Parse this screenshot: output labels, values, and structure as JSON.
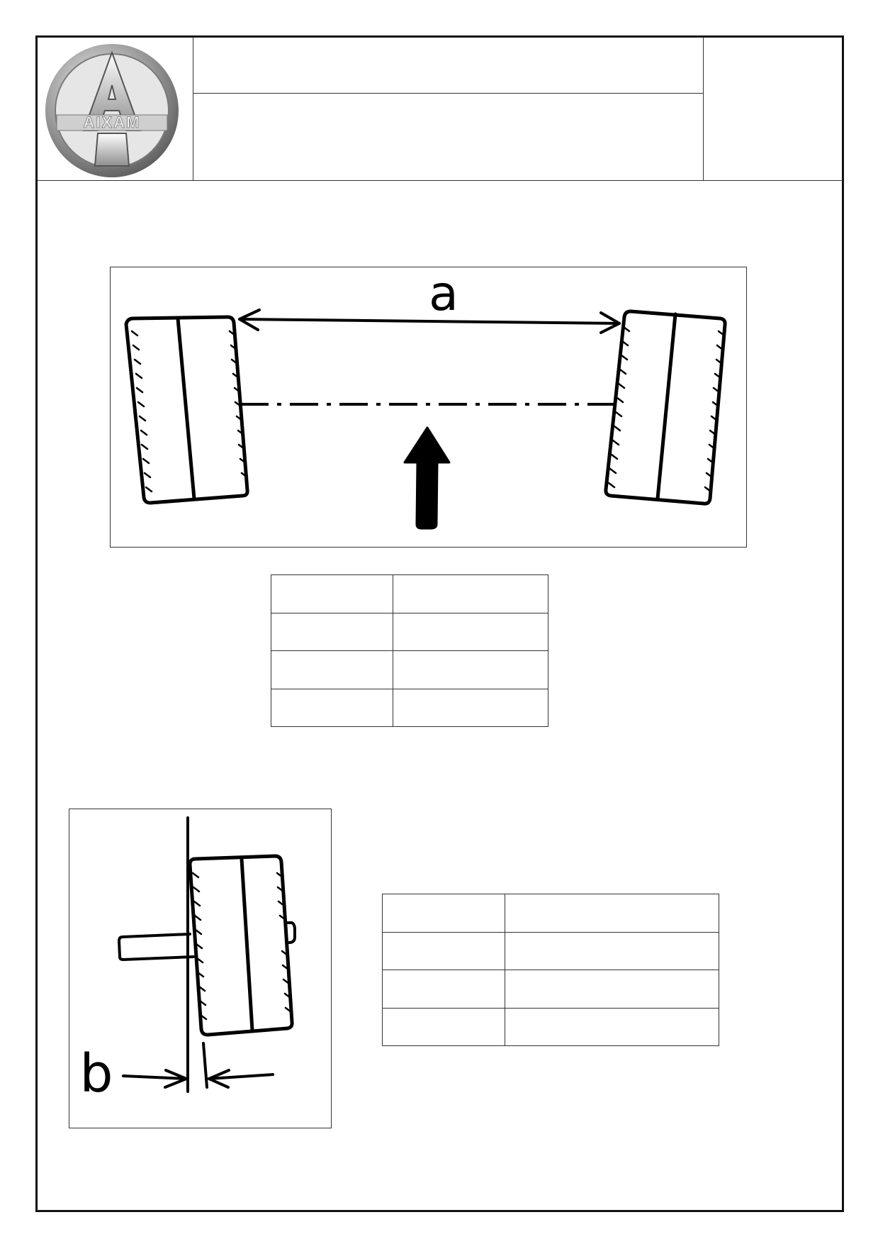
{
  "logo": {
    "brand": "AIXAM",
    "monogram": "A",
    "ring_color": "#b8b8b8",
    "fill_color": "#d9d9d9"
  },
  "figure_track": {
    "dimension_label": "a",
    "direction_icon": "arrow-up-icon"
  },
  "figure_camber": {
    "dimension_label": "b"
  },
  "table_track": {
    "rows": [
      [
        "",
        ""
      ],
      [
        "",
        ""
      ],
      [
        "",
        ""
      ],
      [
        "",
        ""
      ]
    ]
  },
  "table_camber": {
    "rows": [
      [
        "",
        ""
      ],
      [
        "",
        ""
      ],
      [
        "",
        ""
      ],
      [
        "",
        ""
      ]
    ]
  }
}
